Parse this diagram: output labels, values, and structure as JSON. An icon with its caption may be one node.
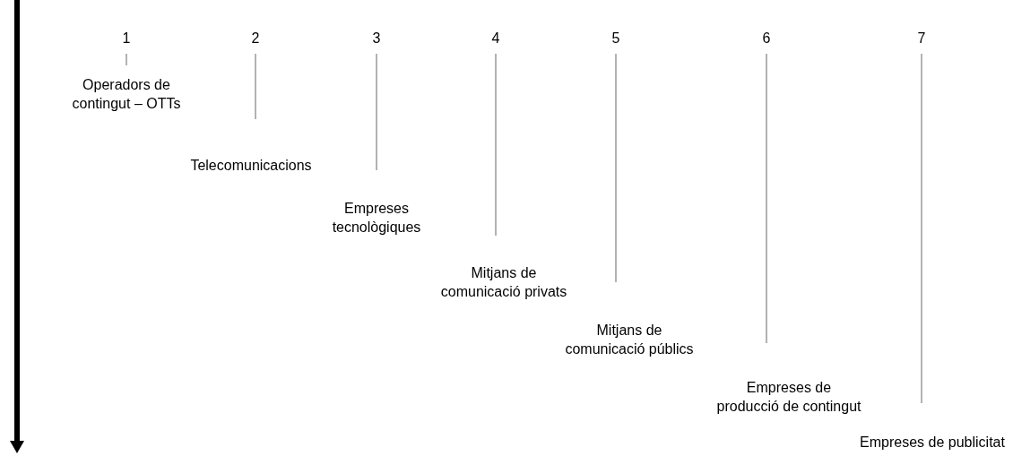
{
  "diagram": {
    "nodes": [
      {
        "text": [
          "1"
        ]
      },
      {
        "text": [
          "2"
        ]
      },
      {
        "text": [
          "3"
        ]
      },
      {
        "text": [
          "4"
        ]
      },
      {
        "text": [
          "5"
        ]
      },
      {
        "text": [
          "6"
        ]
      },
      {
        "text": [
          "7"
        ]
      }
    ],
    "edges": [
      {
        "from": 0,
        "to": null,
        "arrow": "none"
      },
      {
        "from": 1,
        "to": null,
        "arrow": "none"
      },
      {
        "from": 2,
        "to": null,
        "arrow": "none"
      },
      {
        "from": 3,
        "to": null,
        "arrow": "none"
      },
      {
        "from": 4,
        "to": null,
        "arrow": "none"
      },
      {
        "from": 5,
        "to": null,
        "arrow": "none"
      },
      {
        "from": 6,
        "to": null,
        "arrow": "none"
      }
    ],
    "labels": [
      "Operadors de contingut – OTTs",
      "Telecomunicacions",
      "Empreses tecnològiques",
      "Mitjans de comunicació privats",
      "Mitjans de comunicació públics",
      "Empreses de producció de contingut",
      "Empreses de publicitat"
    ]
  }
}
